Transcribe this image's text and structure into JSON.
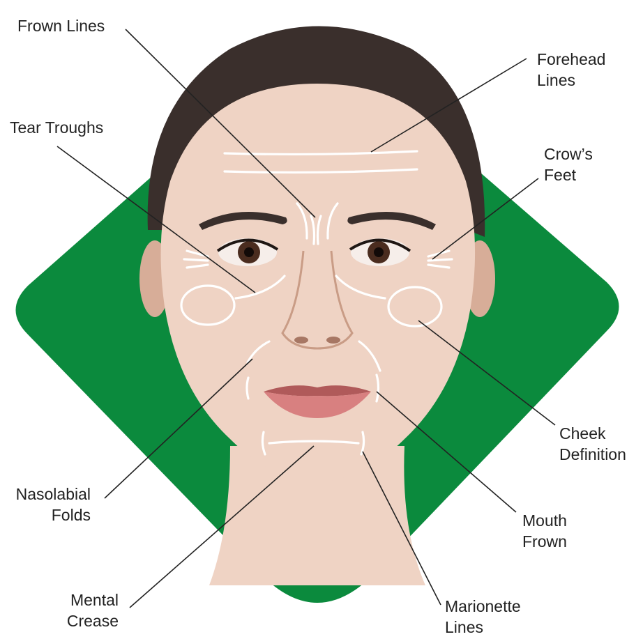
{
  "colors": {
    "diamond": "#0b8a3d",
    "diamond_dark": "#077232",
    "skin": "#efd3c4",
    "skin_shadow": "#d7ad98",
    "hair": "#3a2f2c",
    "marks": "#ffffff",
    "leader": "#222222",
    "text": "#222222"
  },
  "labels": {
    "frown_lines": [
      "Frown Lines"
    ],
    "forehead_lines": [
      "Forehead",
      "Lines"
    ],
    "tear_troughs": [
      "Tear Troughs"
    ],
    "crows_feet": [
      "Crow’s",
      "Feet"
    ],
    "cheek_definition": [
      "Cheek",
      "Definition"
    ],
    "nasolabial_folds": [
      "Nasolabial",
      "Folds"
    ],
    "mouth_frown": [
      "Mouth",
      "Frown"
    ],
    "mental_crease": [
      "Mental",
      "Crease"
    ],
    "marionette_lines": [
      "Marionette",
      "Lines"
    ]
  }
}
